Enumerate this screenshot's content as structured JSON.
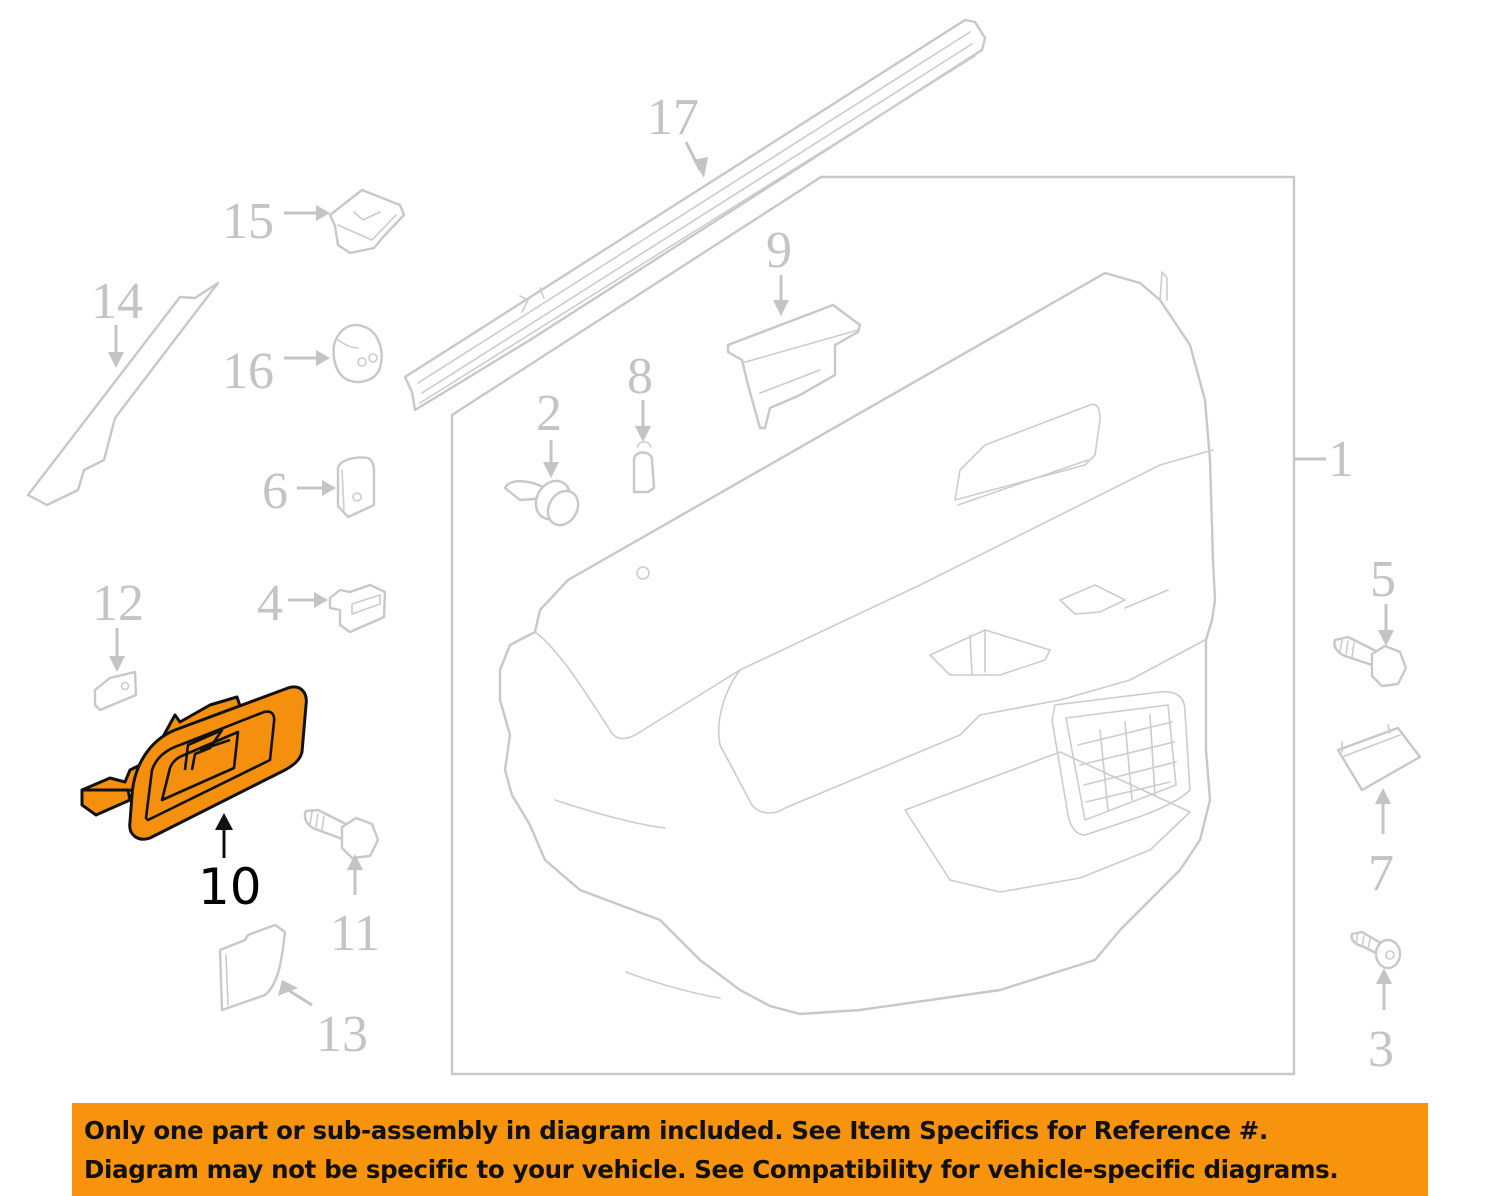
{
  "diagram": {
    "title": "Rear door trim panel parts diagram",
    "highlight_color": "#f5900f",
    "ghost_color": "#c8c8c8",
    "highlighted_part": "10",
    "callouts": [
      {
        "id": "1",
        "label": "1"
      },
      {
        "id": "2",
        "label": "2"
      },
      {
        "id": "3",
        "label": "3"
      },
      {
        "id": "4",
        "label": "4"
      },
      {
        "id": "5",
        "label": "5"
      },
      {
        "id": "6",
        "label": "6"
      },
      {
        "id": "7",
        "label": "7"
      },
      {
        "id": "8",
        "label": "8"
      },
      {
        "id": "9",
        "label": "9"
      },
      {
        "id": "10",
        "label": "10"
      },
      {
        "id": "11",
        "label": "11"
      },
      {
        "id": "12",
        "label": "12"
      },
      {
        "id": "13",
        "label": "13"
      },
      {
        "id": "14",
        "label": "14"
      },
      {
        "id": "15",
        "label": "15"
      },
      {
        "id": "16",
        "label": "16"
      },
      {
        "id": "17",
        "label": "17"
      }
    ]
  },
  "disclaimer": {
    "background": "#f7930c",
    "line1": "Only one part or sub-assembly in diagram included. See Item Specifics for Reference #.",
    "line2": "Diagram may not be specific to your vehicle. See Compatibility for vehicle-specific diagrams."
  }
}
